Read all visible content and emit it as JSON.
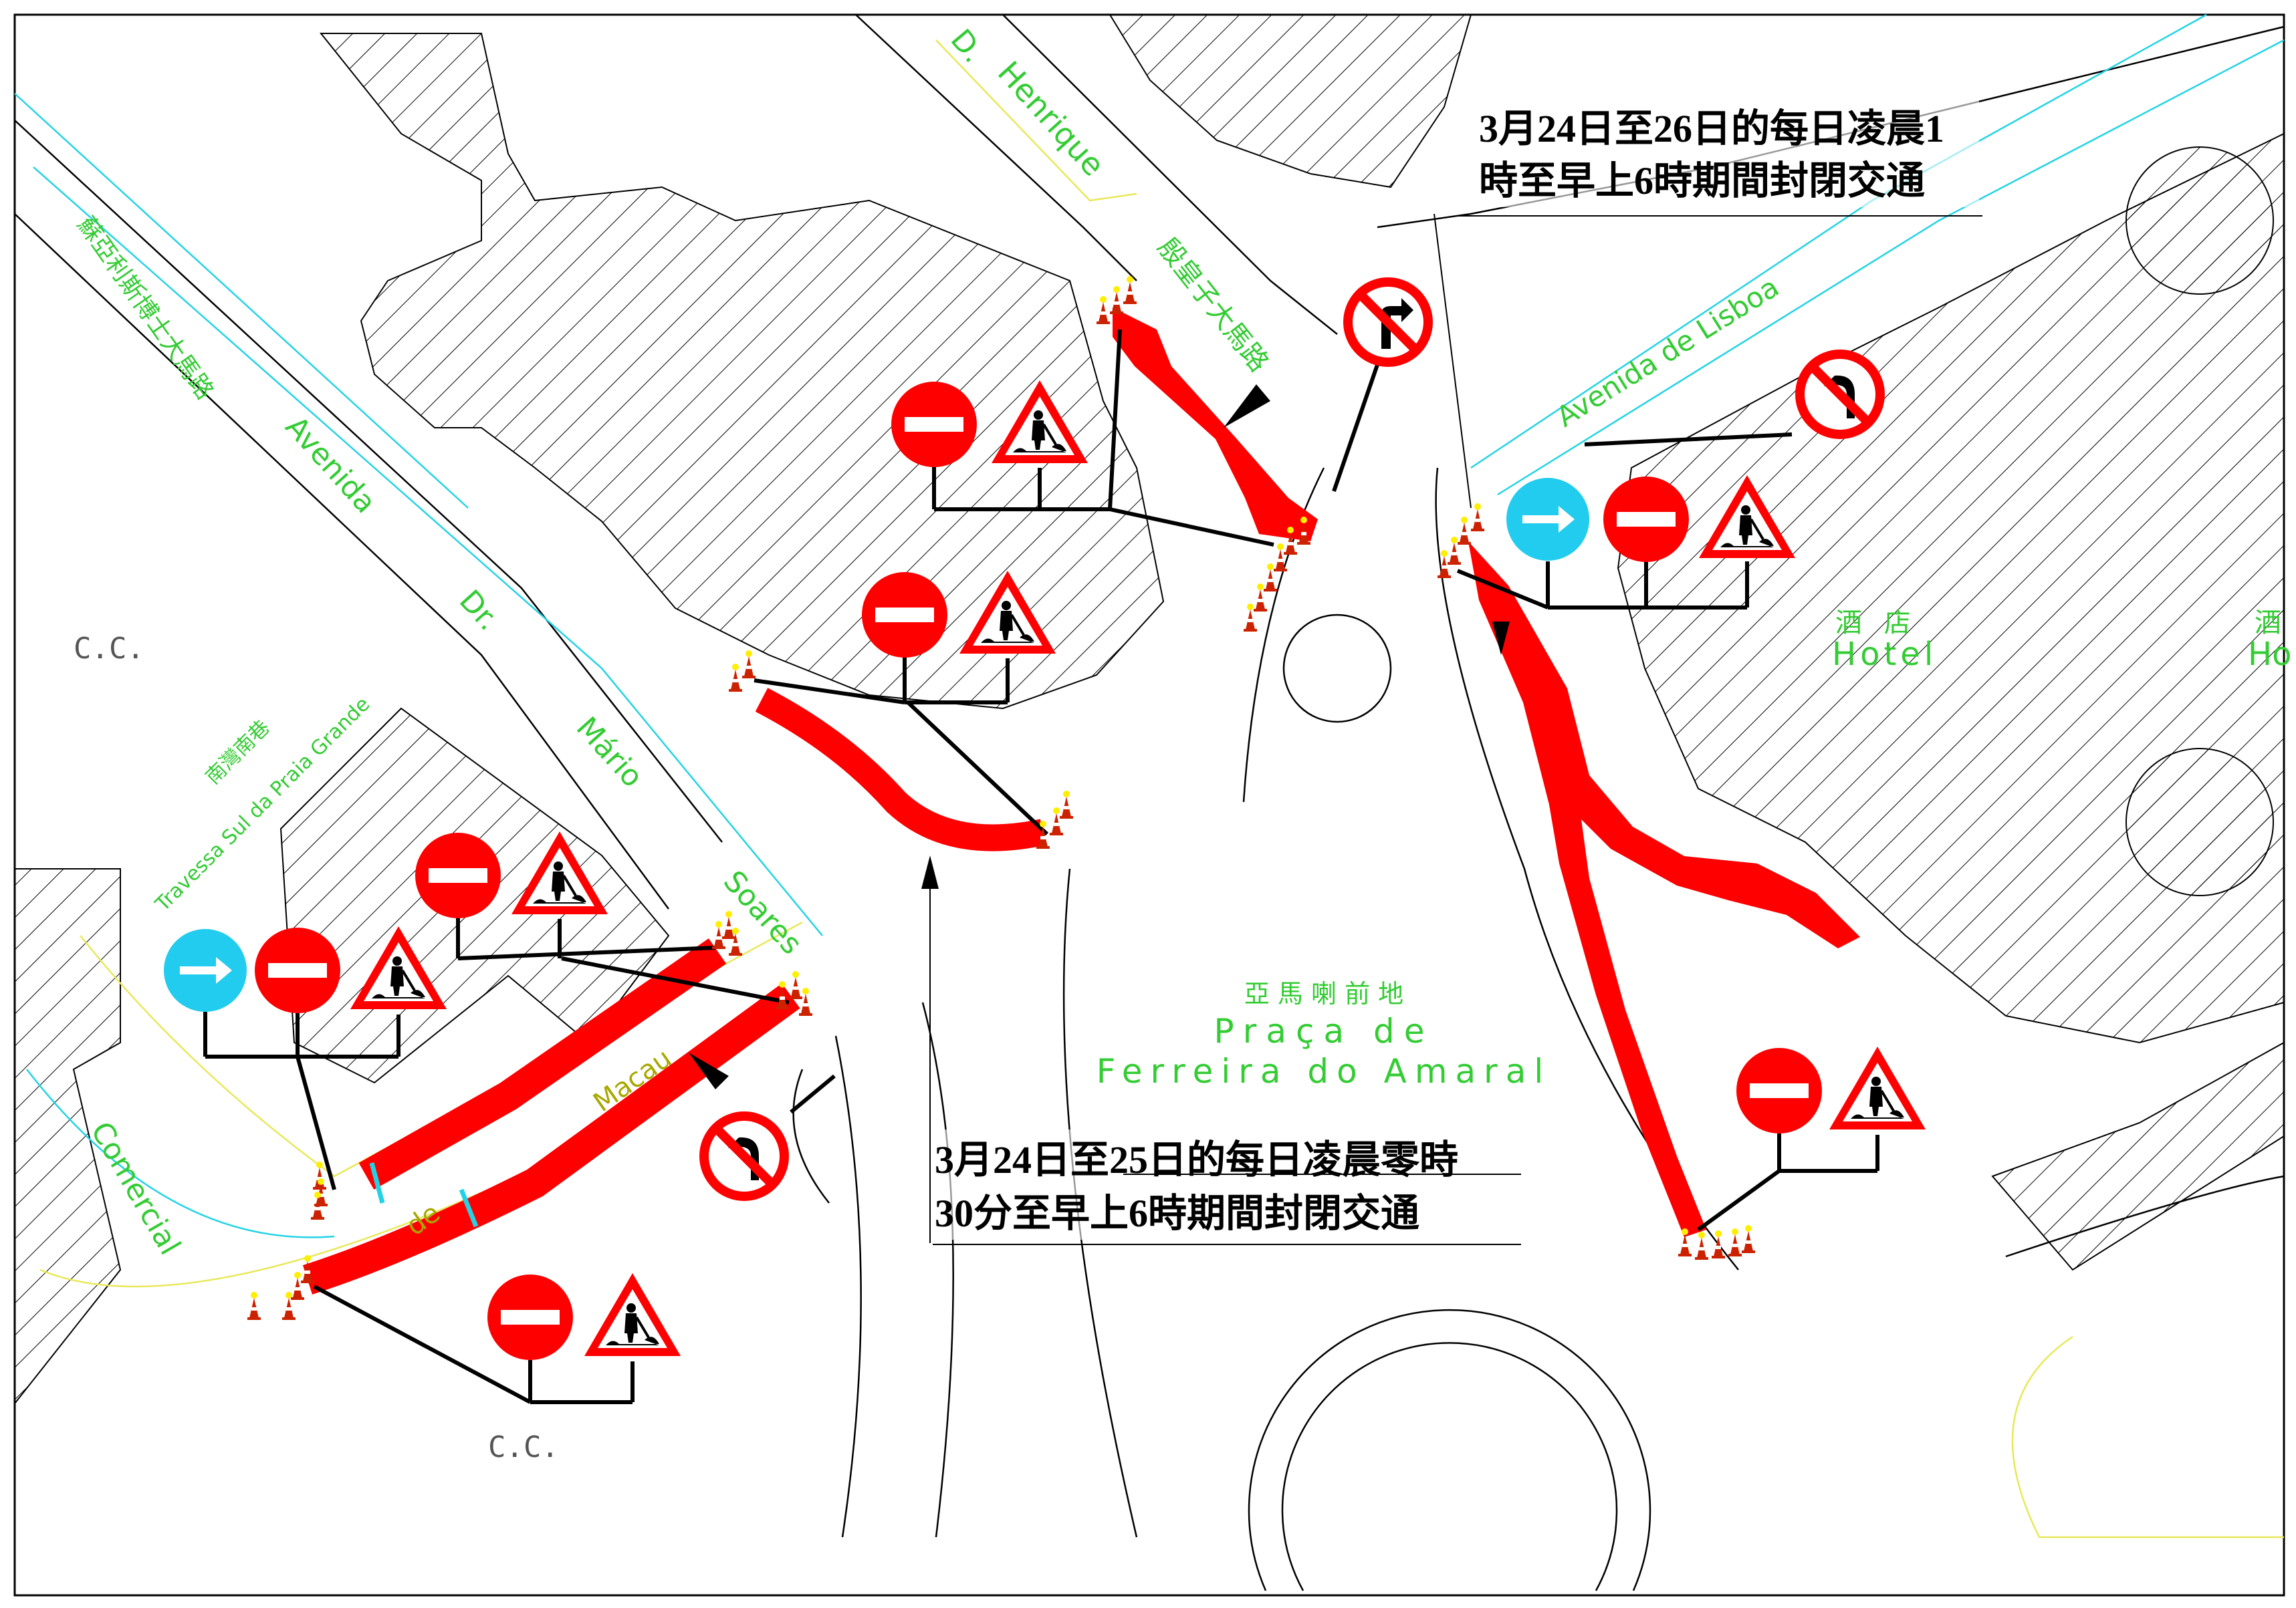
{
  "notices": {
    "notice_1": {
      "line1": "3月24日至26日的每日凌晨1",
      "line2": "時至早上6時期間封閉交通"
    },
    "notice_2": {
      "line1": "3月24日至25日的每日凌晨零時",
      "line2": "30分至早上6時期間封閉交通"
    }
  },
  "labels": {
    "cc_left": "C.C.",
    "cc_bottom": "C.C.",
    "d_abbrev": "D.",
    "henrique": "Henrique",
    "avenida_infante_cn": "殷皇子大馬路",
    "avenida_lisboa": "Avenida de Lisboa",
    "hotel_cn": "酒 店",
    "hotel": "Hotel",
    "hotel_cn_2": "酒",
    "hotel_2": "Ho",
    "avenida_soares_cn": "蘇亞利斯博士大馬路",
    "avenida": "Avenida",
    "dr": "Dr.",
    "mario": "Mário",
    "soares": "Soares",
    "travessa_cn": "南灣南巷",
    "travessa": "Travessa Sul da Praia Grande",
    "comercial": "Comercial",
    "de": "de",
    "macau": "Macau",
    "praca_cn": "亞 馬 喇 前 地",
    "praca_line1": "Praça de",
    "praca_line2": "Ferreira do Amaral"
  },
  "signs": {
    "no_entry": "no-entry-icon",
    "road_works": "road-works-icon",
    "keep_direction": "arrow-right-icon",
    "no_right_turn": "no-right-turn-icon",
    "no_u_turn": "no-u-turn-icon"
  },
  "colors": {
    "closure": "#ff0000",
    "label": "#33cc33",
    "mandatory_sign": "#22ccee",
    "road_edge": "#000000"
  }
}
